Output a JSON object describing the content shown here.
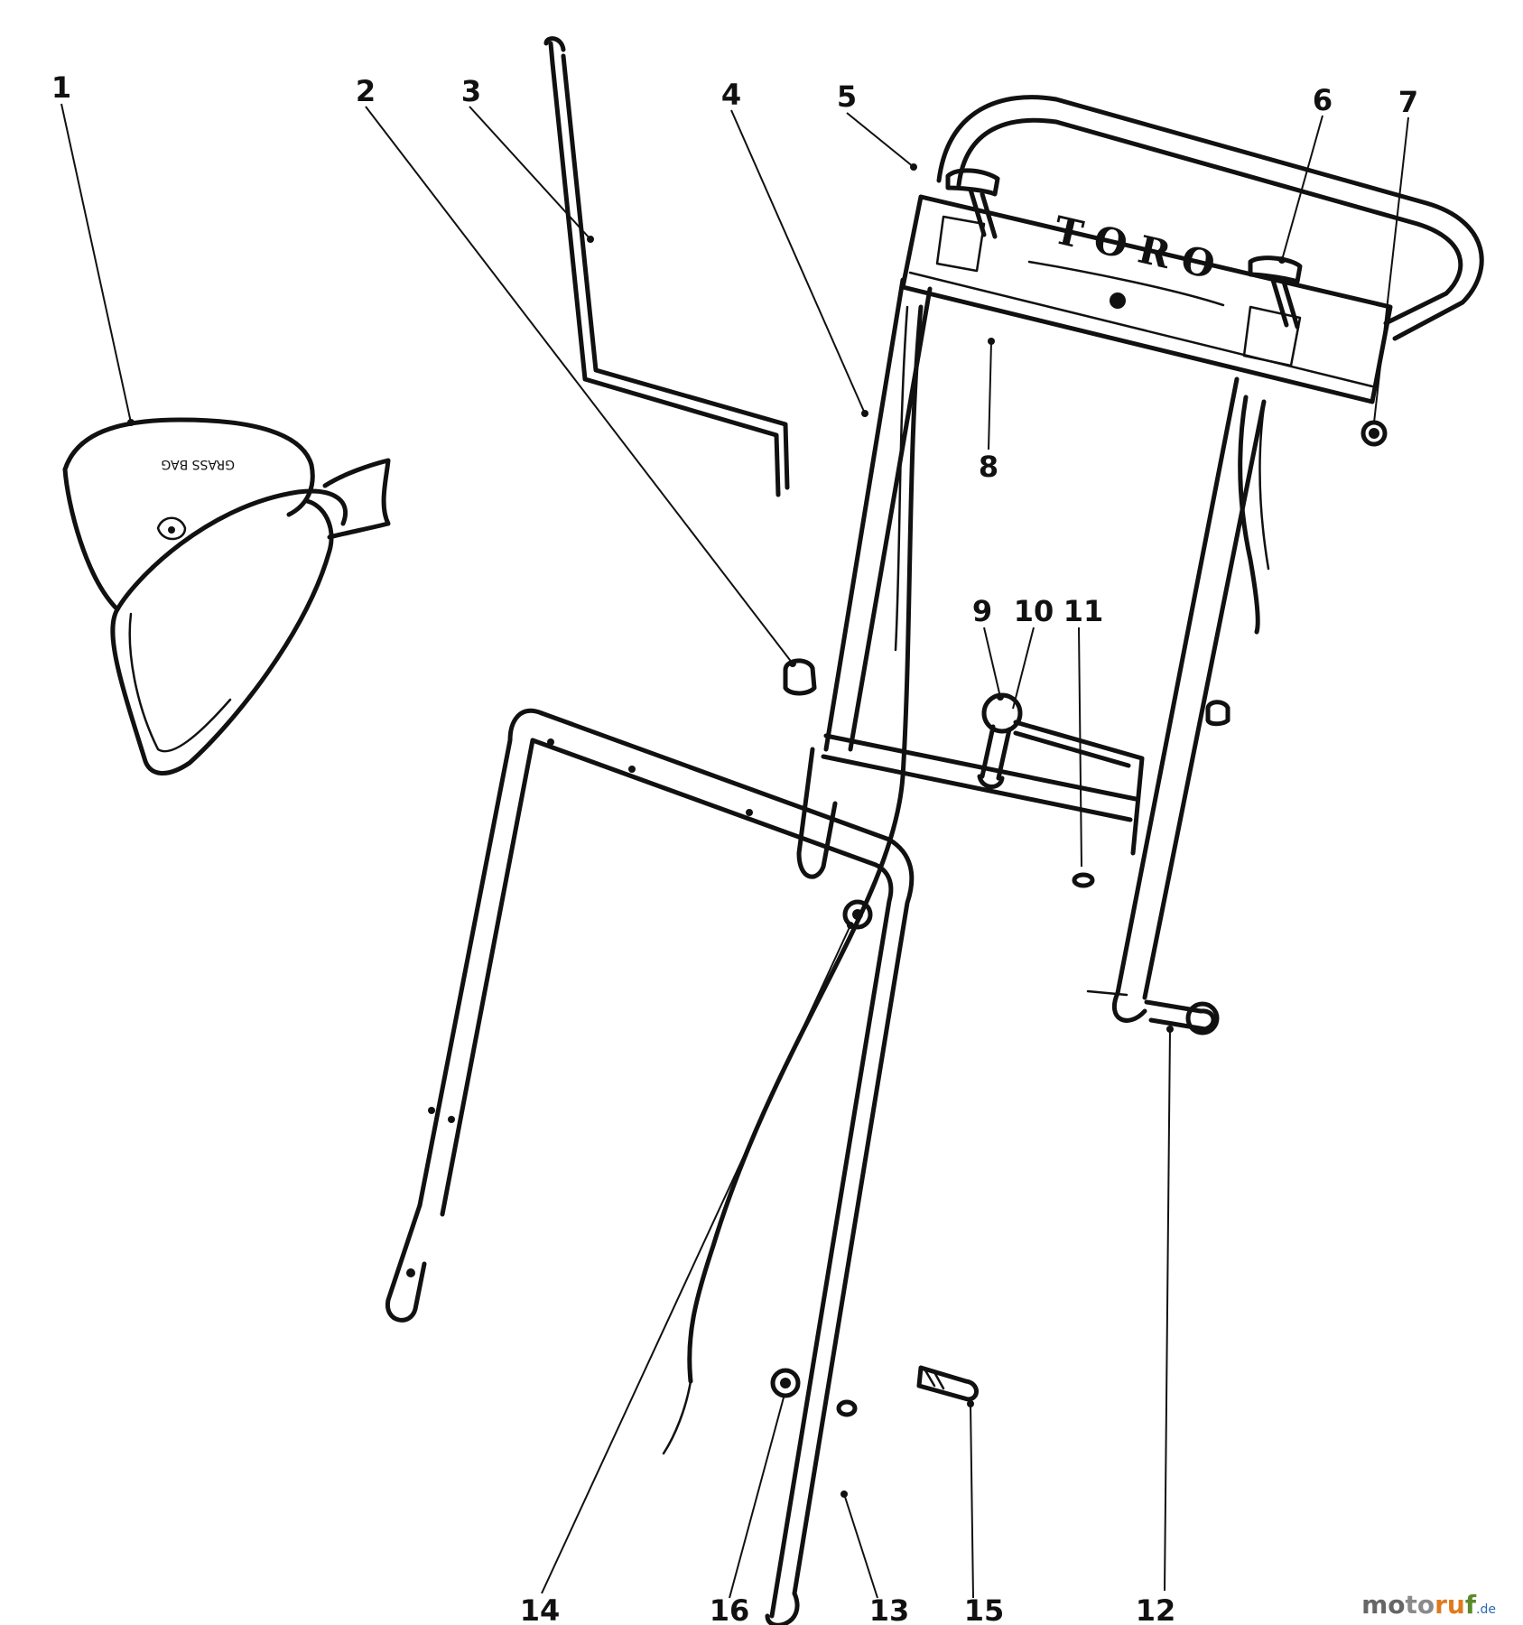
{
  "brand_text": "TORO",
  "grass_bag_decal": "GRASS BAG",
  "callouts": [
    {
      "id": "1",
      "label": "1"
    },
    {
      "id": "2",
      "label": "2"
    },
    {
      "id": "3",
      "label": "3"
    },
    {
      "id": "4",
      "label": "4"
    },
    {
      "id": "5",
      "label": "5"
    },
    {
      "id": "6",
      "label": "6"
    },
    {
      "id": "7",
      "label": "7"
    },
    {
      "id": "8",
      "label": "8"
    },
    {
      "id": "9",
      "label": "9"
    },
    {
      "id": "10",
      "label": "10"
    },
    {
      "id": "11",
      "label": "11"
    },
    {
      "id": "12",
      "label": "12"
    },
    {
      "id": "13",
      "label": "13"
    },
    {
      "id": "14",
      "label": "14"
    },
    {
      "id": "15",
      "label": "15"
    },
    {
      "id": "16",
      "label": "16"
    }
  ],
  "watermark": {
    "part1": "mo",
    "part2": "to",
    "part3": "ru",
    "part4": "f",
    "part5": ".de"
  }
}
